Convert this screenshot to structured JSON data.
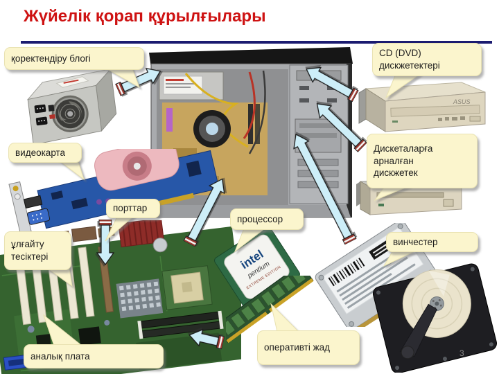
{
  "slide": {
    "title": "Жүйелік қорап құрылғылары",
    "page_number": "3",
    "colors": {
      "title_red": "#ce1212",
      "divider_navy": "#1b1b70",
      "callout_bg": "#fbf5cd",
      "callout_text": "#1c1c1c",
      "arrow_fill": "#cdeef8",
      "arrow_stripe": "#9c3a31"
    }
  },
  "callouts": {
    "power_supply": {
      "label": "қоректендіру блогі"
    },
    "video_card": {
      "label": "видеокарта"
    },
    "ports": {
      "label": "порттар"
    },
    "expansion_slots": {
      "label": "ұлғайту\nтесіктері"
    },
    "motherboard": {
      "label": "аналық плата"
    },
    "processor": {
      "label": "процессор"
    },
    "ram": {
      "label": "оперативті жад"
    },
    "cd_dvd": {
      "label": "CD (DVD)\nдискжетектері"
    },
    "floppy": {
      "label": "Дискеталарға\nарналған\nдискжетек"
    },
    "hdd": {
      "label": "винчестер"
    }
  },
  "photo_labels": {
    "cd_brand": "ASUS",
    "cpu_brand": "intel",
    "cpu_model": "pentium",
    "cpu_edition": "EXTREME EDITION"
  }
}
